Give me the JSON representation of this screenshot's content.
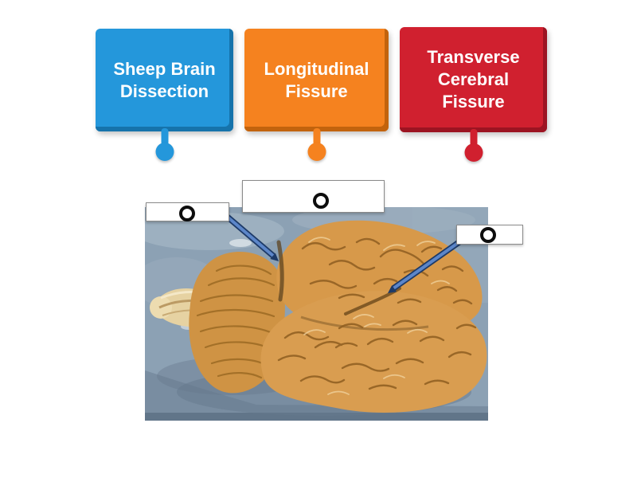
{
  "word_bank": {
    "items": [
      {
        "label": "Sheep Brain Dissection"
      },
      {
        "label": "Longitudinal Fissure"
      },
      {
        "label": "Transverse Cerebral Fissure"
      }
    ]
  },
  "diagram": {
    "photo_alt": "Dissected sheep brain on a blue-gray background",
    "slots": [
      {
        "name": "left"
      },
      {
        "name": "center"
      },
      {
        "name": "right"
      }
    ]
  },
  "colors": {
    "page-bg": "#FFFFFF",
    "chip-text": "#FFFFFF",
    "chip-1": "#2497DB",
    "chip-1-edge": "#1673AB",
    "chip-2": "#F5821F",
    "chip-2-edge": "#C2630D",
    "chip-3": "#D0202F",
    "chip-3-edge": "#9C1422",
    "leader-line": "#5C86C9",
    "leader-line-edge": "#1D3A68",
    "slot-bg": "#FFFFFF",
    "slot-border": "#8A8A8A",
    "ring": "#0D0D0D"
  }
}
